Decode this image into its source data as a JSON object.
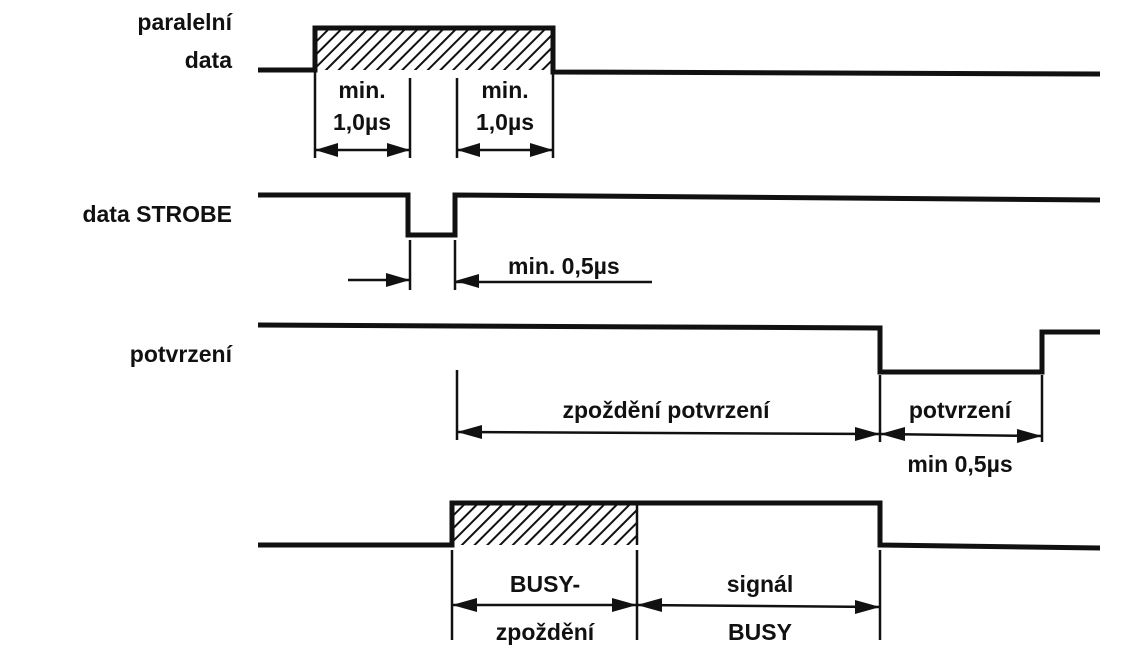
{
  "signals": {
    "data": {
      "label_line1": "paralelní",
      "label_line2": "data"
    },
    "strobe": {
      "label": "data STROBE"
    },
    "ack": {
      "label": "potvrzení"
    },
    "busy": {
      "label": ""
    }
  },
  "annotations": {
    "data_setup": {
      "line1": "min.",
      "line2": "1,0µs"
    },
    "data_hold": {
      "line1": "min.",
      "line2": "1,0µs"
    },
    "strobe_width": "min. 0,5µs",
    "ack_delay": "zpoždění potvrzení",
    "ack_pulse": "potvrzení",
    "ack_min": "min 0,5µs",
    "busy_delay": {
      "line1": "BUSY-",
      "line2": "zpoždění"
    },
    "busy_signal": {
      "line1": "signál",
      "line2": "BUSY"
    }
  }
}
